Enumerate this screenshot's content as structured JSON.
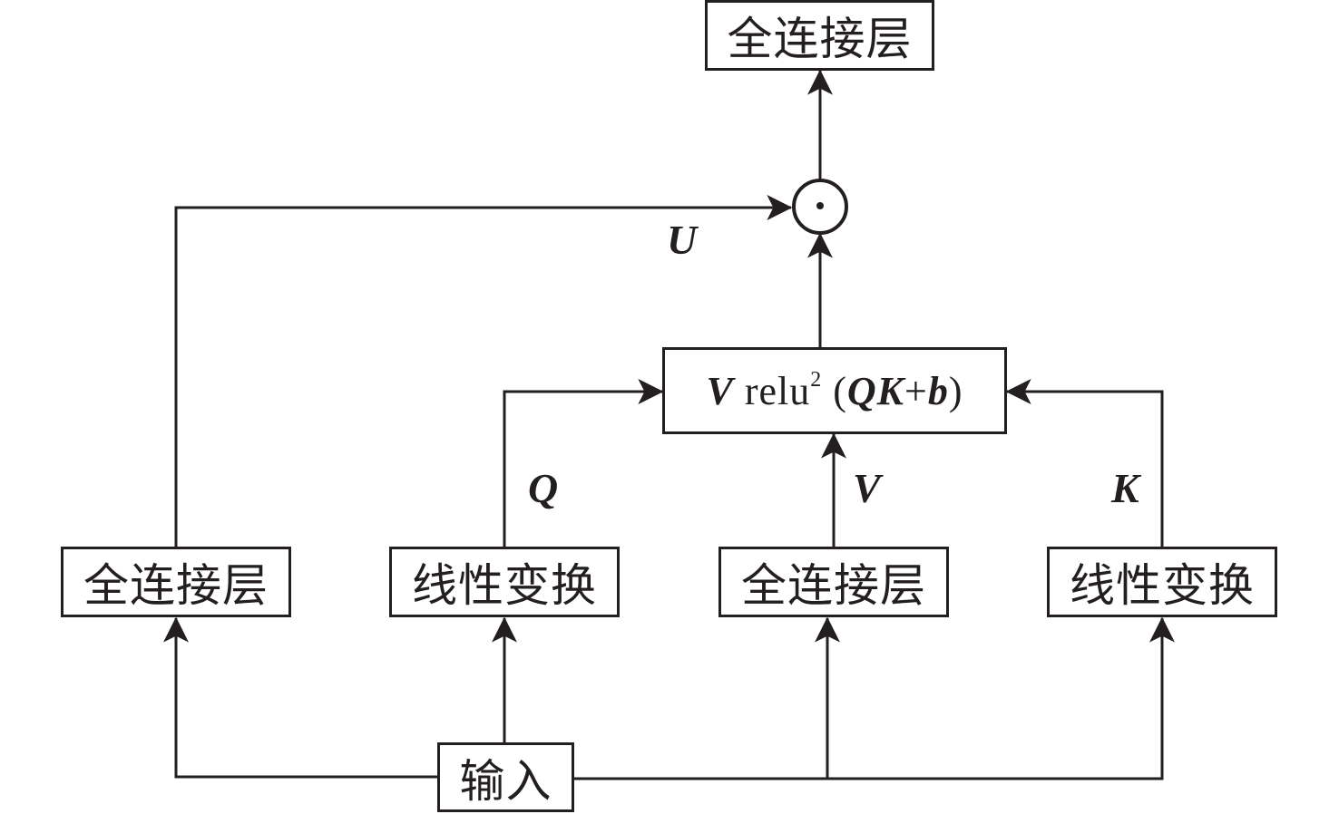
{
  "diagram": {
    "nodes": {
      "output_fc": "全连接层",
      "left_fc": "全连接层",
      "linear_q": "线性变换",
      "middle_fc": "全连接层",
      "linear_k": "线性变换",
      "input": "输入",
      "hadamard": "⊙"
    },
    "formula": {
      "v": "V",
      "relu": " relu",
      "exp": "2",
      "open": " (",
      "qk": "QK",
      "plus": "+",
      "b": "b",
      "close": ")"
    },
    "edge_labels": {
      "u": "U",
      "q": "Q",
      "v": "V",
      "k": "K"
    },
    "stroke_color": "#231f20"
  }
}
